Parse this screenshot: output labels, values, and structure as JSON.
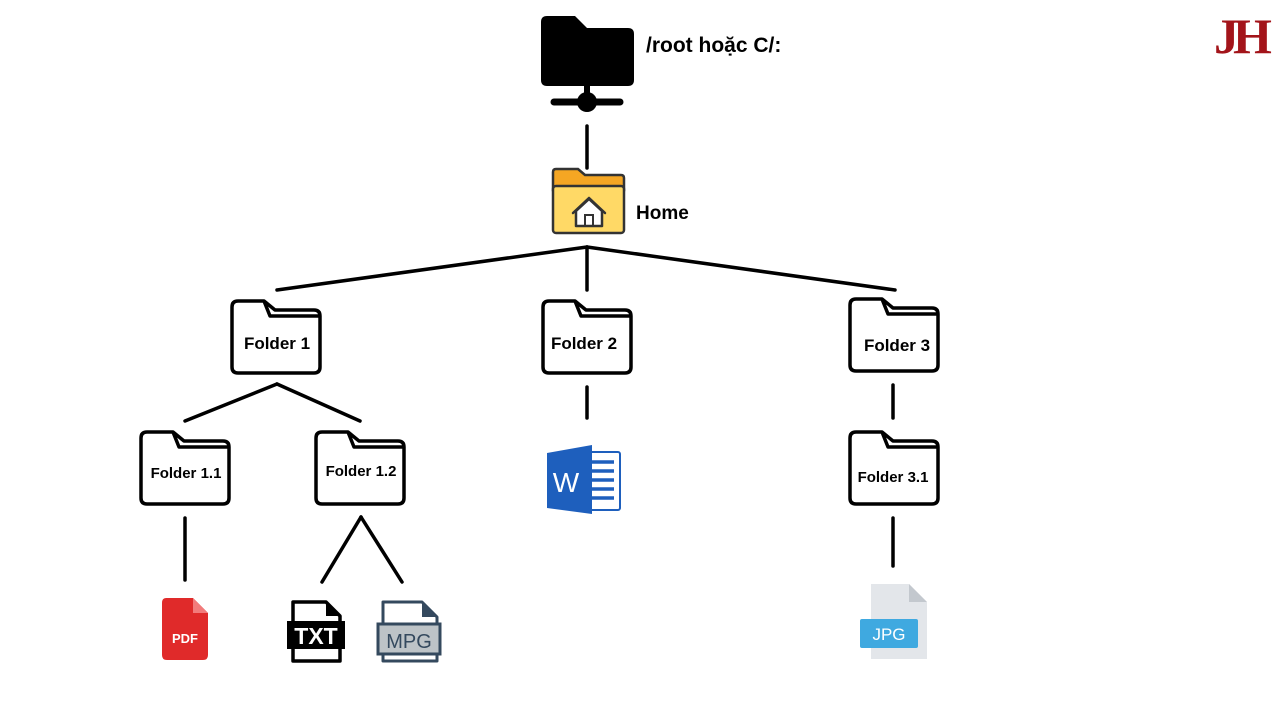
{
  "logo": {
    "text": "JH",
    "color": "#a3141a"
  },
  "colors": {
    "line": "#000000",
    "home_folder_back": "#f5a623",
    "home_folder_front": "#ffd966",
    "pdf": "#e02a2a",
    "word": "#1e5fbd",
    "jpg_badge": "#3fa9e0",
    "mpg": "#34495e"
  },
  "root": {
    "label": "/root hoặc C/:",
    "icon": "network-folder-icon"
  },
  "home": {
    "label": "Home",
    "icon": "home-folder-icon"
  },
  "folders": {
    "f1": "Folder 1",
    "f2": "Folder 2",
    "f3": "Folder 3",
    "f11": "Folder 1.1",
    "f12": "Folder 1.2",
    "f31": "Folder 3.1"
  },
  "files": {
    "pdf": "PDF",
    "txt": "TXT",
    "mpg": "MPG",
    "word": "W",
    "jpg": "JPG"
  }
}
